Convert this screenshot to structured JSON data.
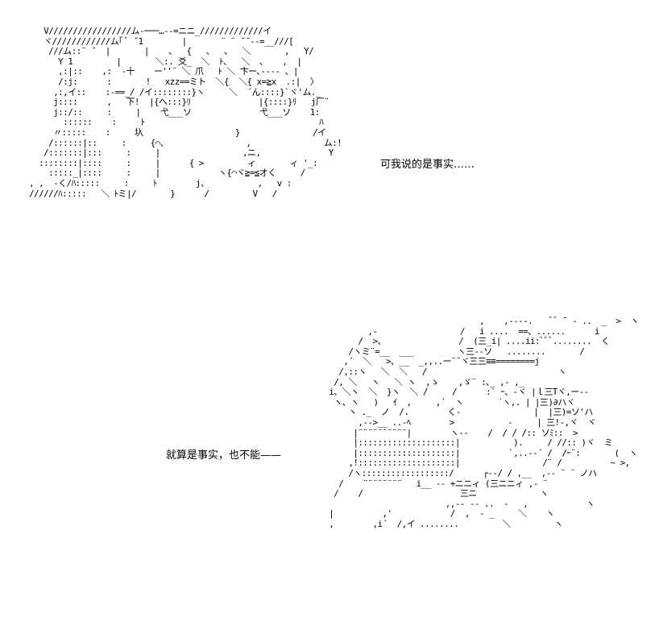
{
  "scene_1": {
    "dialogue": "可我说的是事实……",
    "ascii_art": [
      "    V/////////////////ム-───…--=ニニ_/////////////イ",
      "    ヾ////////////ム｢ ﾞ ˝1        |       ¨ ¨ ̄ ̄ --=__///[",
      "     ///ム::¨ ̄   |       |    、  {   、  、  ＼       ,   Y/",
      "       Y 1         |       ＼:. 爻_  ＼  ﾄ、  ＼  、   ,  |",
      "       ,:|::    ,:  -十    ー''¨ ＼ 爪   ﾄ ＼ 卞ー､---- 、|",
      "       /:j:      :       !   xzz==ミト  ＼{  ＼{ x=≧x  .:|  〉",
      "      ,:,イ::    :-==_/ /イ::::::::}ヽ     ＼  ´ん::::}`ヾ'ム._",
      "      j::::      ,   下!  |{へ:::}ﾘ              |{::::}ﾘ   j厂¨",
      "      j::/::     :     |    弋___ソ              弋___ソ    1:",
      "        ::::::    :     ﾄ                                    ﾊ",
      "      〃:::::    :     圦                   }               /イ",
      "     /::::::|::     :     {⌒、                ,               ム:!",
      "    /:::::::|:::     :     |                 ,ニ,              Y",
      "   ::::::::|::::     :     |      { >         ィ       ィ '_:   ",
      "     :::::_|::::     :     |            ヽ{⌒ヾ≧=≦オく     /    ",
      " , ,  -く/ﾊ:::::     :     ﾄ        j、          ,   v :   ",
      " //////ﾊ:::::   ＼ ﾄミ|/       }      /         V   /    "
    ]
  },
  "scene_2": {
    "dialogue": "就算是事实，也不能——",
    "ascii_art": [
      "                                          ,    ,----.    ﾞﾞ ¯ - ..  _  >  ヽ",
      "                   ,-                 /   i ....  ==、......      i",
      "                 /  >、               /  (三_i| ....ii:ﾞﾞﾞ........  く",
      "               /ヽミ¨=__  ___         ヽ三‐‐ソ   ........       /",
      "              ,´  ＼   >、__  _,,..ー¨¨ヾ三三≡≡========j",
      "             /,::ヽ   ＼  ＼   /                           ヽ",
      "            /, ＼   ヽ   ＼ ヽ  ,ゝ    ,ゞ¨ :､_ ,- ,_",
      "           i、＼ヽ  ＼  }ヽ  ＼ /     /      :` ｰ、‐ヾ |ｌ三Tヾ,ー--",
      "            ヽ、ヽ   )   ｲ  ,     ,´  ヽ       ´ヽ,. | |三)∂ハヾ",
      "               ヽ ._  ノ  /.        く‐               |  |三)=ソ'ハ",
      "                 ,-->__ ..-ﾍ        >           ‐     | 三!-,ヾ  ヾ",
      "                |¨¨¨¨¨¨¨¨¨¨|        ヽ--    /  / / /:: ソﾐ::  >",
      "                |::::::::::::::::::::|           ).     / //:: )ヾ  ミ",
      "                |::::::::::::::::::::|          `,..--´ /  /ｰ¨:       (  ヽ",
      "               ,!::::::::::::::::::::|                 /¨ /          ~ >,",
      "               /ヽ::::::::::::::::::/      ┌--/ / ,__  ,-- ¨ ¨ ノハ",
      "             /    ¨¨¨¨¨¨¨¨   i__ ‐‐ +ニニィ (三ニニィ ,- ¨",
      "            /    /                    三ニ             ヽ",
      "                                   ,,-- -- ..  -   ,            ヽ",
      "           |          ,'            /  ,  ‐ _     ＼    ヽ",
      "           ,        ,i´  /,イ ........         ＼         ヽ"
    ]
  }
}
